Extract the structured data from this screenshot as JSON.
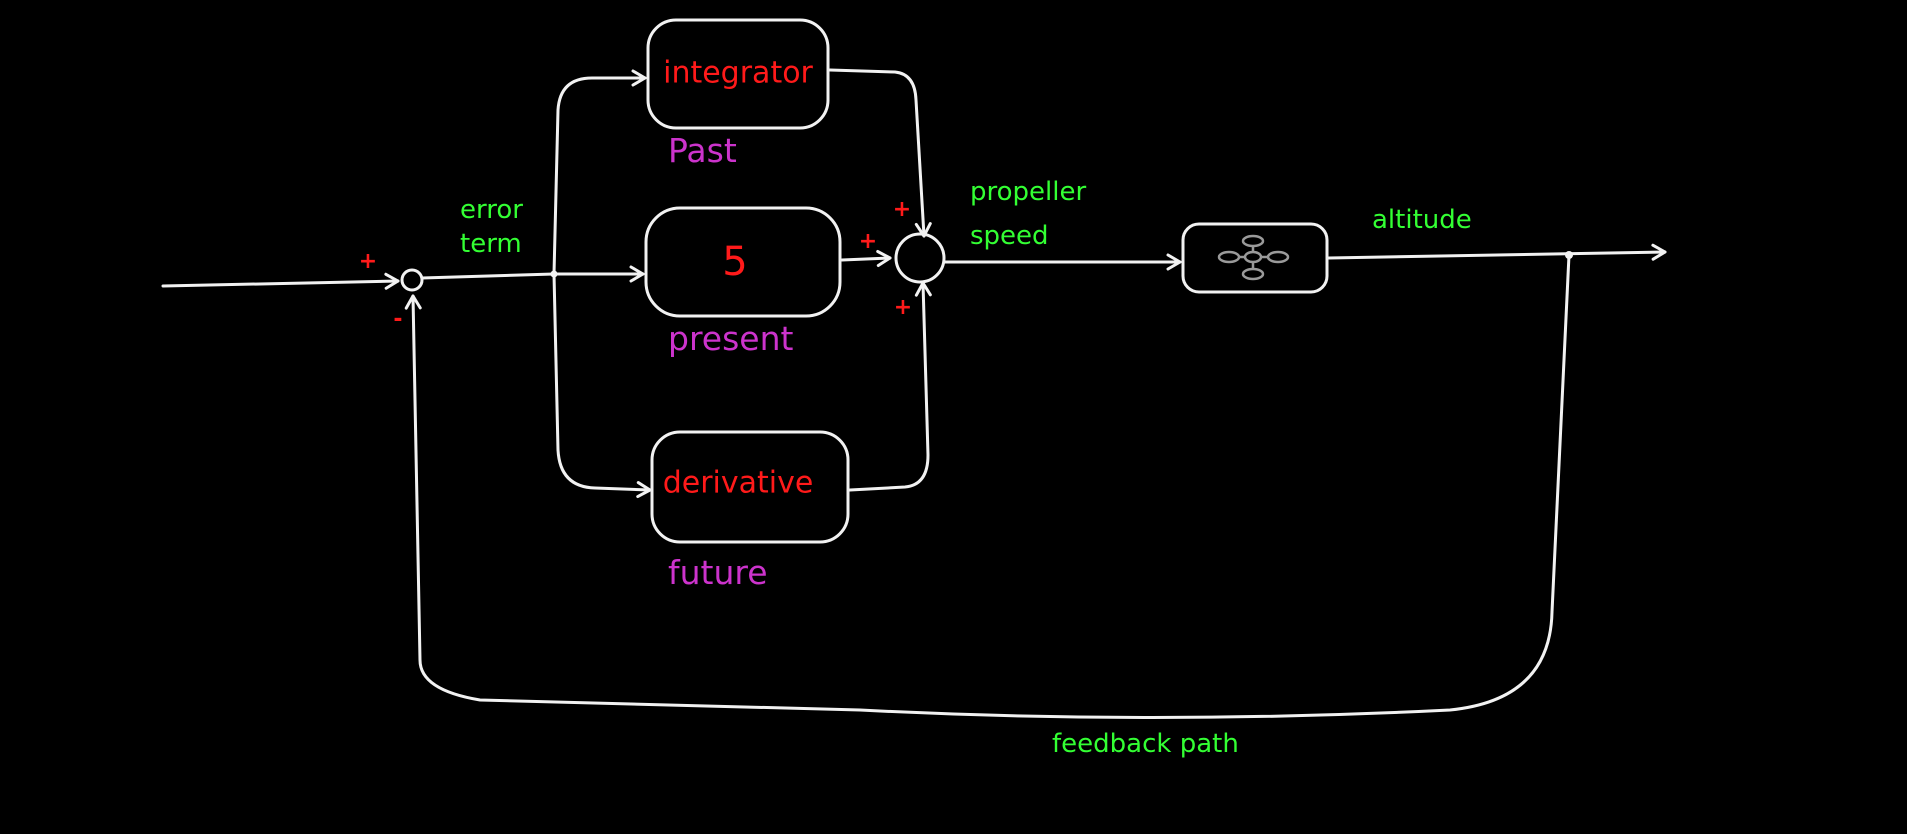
{
  "colors": {
    "background": "#000000",
    "line": "#f2f2f2",
    "block_text": "#ff1a1a",
    "time_text": "#cc33cc",
    "signal_text": "#33ff33",
    "sign_text": "#ff1a1a",
    "drone_icon": "#9a9a9a"
  },
  "blocks": {
    "integrator": "integrator",
    "proportional": "5",
    "derivative": "derivative",
    "plant_icon": "drone-icon"
  },
  "time_labels": {
    "past": "Past",
    "present": "present",
    "future": "future"
  },
  "signals": {
    "error_line1": "error",
    "error_line2": "term",
    "propeller_line1": "propeller",
    "propeller_line2": "speed",
    "altitude": "altitude",
    "feedback": "feedback path"
  },
  "signs": {
    "input_plus": "+",
    "feedback_minus": "-",
    "integrator_plus": "+",
    "proportional_plus": "+",
    "derivative_plus": "+"
  }
}
